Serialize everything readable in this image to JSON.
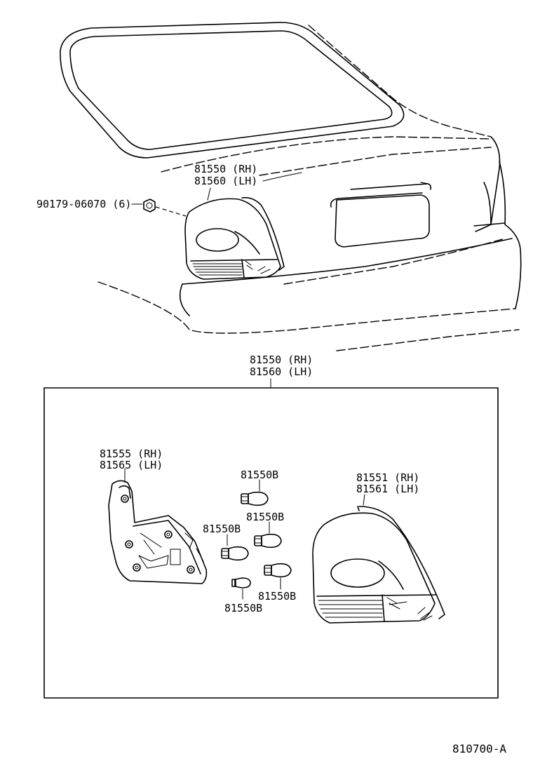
{
  "labels": {
    "car_lamp_rh": "81550 (RH)",
    "car_lamp_lh": "81560 (LH)",
    "nut": "90179-06070 (6)",
    "assy_rh": "81550 (RH)",
    "assy_lh": "81560 (LH)",
    "socket_rh": "81555 (RH)",
    "socket_lh": "81565 (LH)",
    "lens_rh": "81551 (RH)",
    "lens_lh": "81561 (LH)",
    "bulb_1": "81550B",
    "bulb_2": "81550B",
    "bulb_3": "81550B",
    "bulb_4": "81550B",
    "diagram_ref": "810700-A"
  }
}
